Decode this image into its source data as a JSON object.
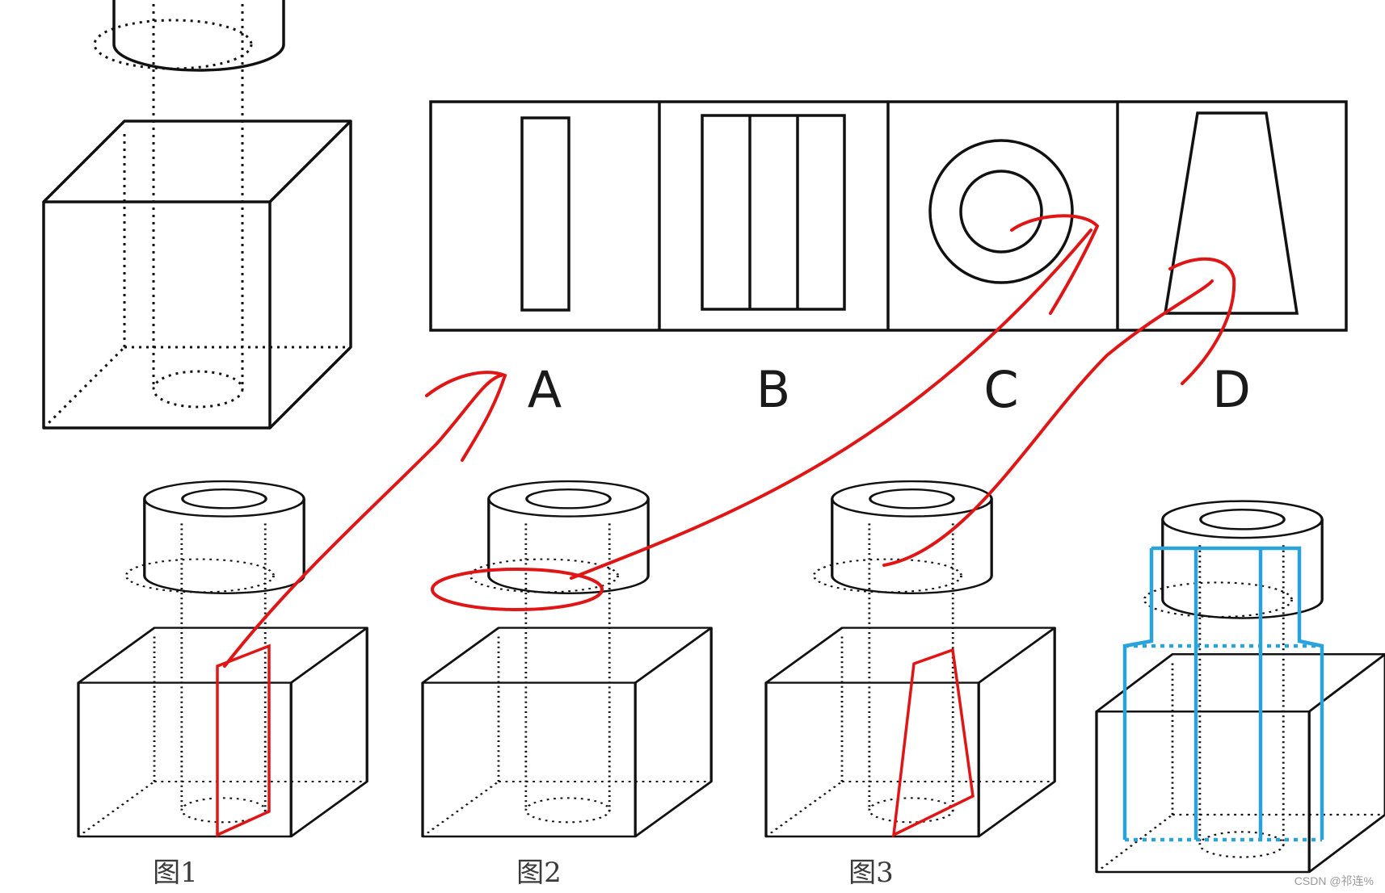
{
  "options": [
    {
      "letter": "A",
      "shape": "thin-rectangle"
    },
    {
      "letter": "B",
      "shape": "three-rectangles"
    },
    {
      "letter": "C",
      "shape": "ring"
    },
    {
      "letter": "D",
      "shape": "trapezoid"
    }
  ],
  "captions": {
    "fig1": "图1",
    "fig2": "图2",
    "fig3": "图3"
  },
  "watermark": "CSDN @祁连%",
  "colors": {
    "outline": "#111111",
    "annotation": "#e01515",
    "highlight": "#2aa3dc"
  }
}
